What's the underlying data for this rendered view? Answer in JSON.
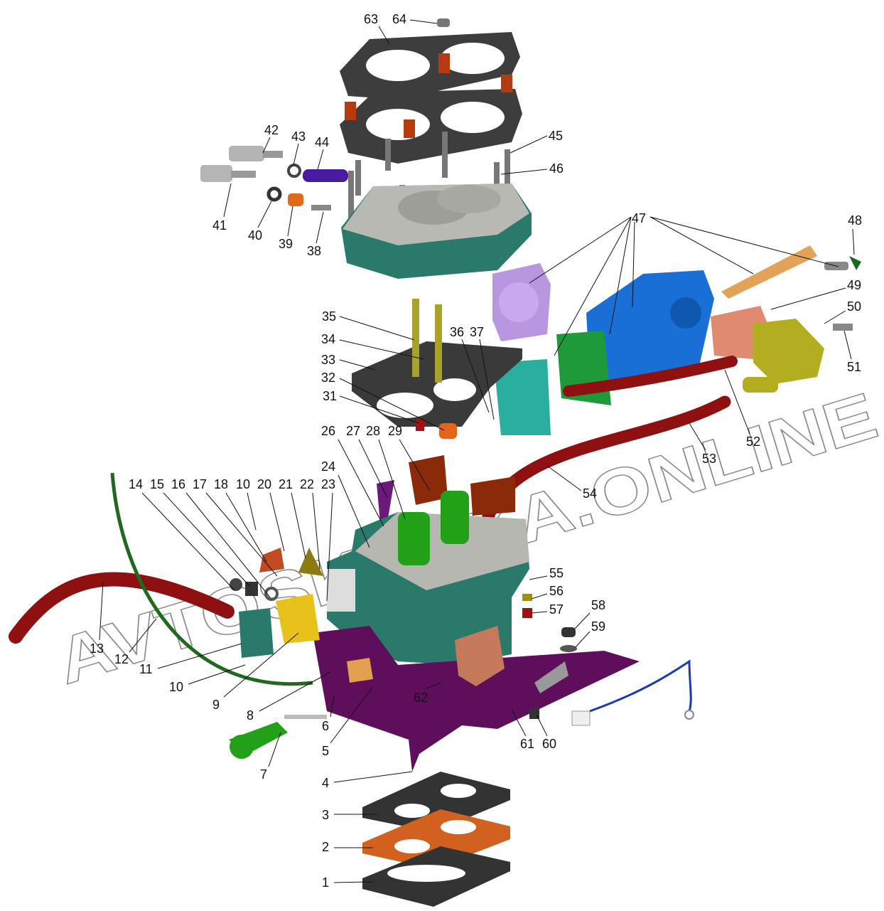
{
  "title": "Carburetor exploded parts diagram",
  "watermark": "AVTOSKAZKA.ONLINE",
  "labels": {
    "p1": "1",
    "p2": "2",
    "p3": "3",
    "p4": "4",
    "p5": "5",
    "p6": "6",
    "p7": "7",
    "p8": "8",
    "p9": "9",
    "p10a": "10",
    "p10b": "10",
    "p11": "11",
    "p12": "12",
    "p13": "13",
    "p14": "14",
    "p15": "15",
    "p16": "16",
    "p17": "17",
    "p18": "18",
    "p20": "20",
    "p21": "21",
    "p22": "22",
    "p23": "23",
    "p24": "24",
    "p26": "26",
    "p27": "27",
    "p28": "28",
    "p29": "29",
    "p31": "31",
    "p32": "32",
    "p33": "33",
    "p34": "34",
    "p35": "35",
    "p36": "36",
    "p37": "37",
    "p38": "38",
    "p39": "39",
    "p40": "40",
    "p41": "41",
    "p42": "42",
    "p43": "43",
    "p44": "44",
    "p45": "45",
    "p46": "46",
    "p47": "47",
    "p48": "48",
    "p49": "49",
    "p50": "50",
    "p51": "51",
    "p52": "52",
    "p53": "53",
    "p54": "54",
    "p55": "55",
    "p56": "56",
    "p57": "57",
    "p58": "58",
    "p59": "59",
    "p60": "60",
    "p61": "61",
    "p62": "62",
    "p63": "63",
    "p64": "64"
  },
  "colors": {
    "body_teal": "#2a7a6c",
    "gasket_black": "#3a3a3a",
    "hose_red": "#8e1010",
    "plate_purple": "#5e0e5a",
    "accessory_blue": "#1a6fd6",
    "gasket_orange": "#d2601e",
    "tube_green": "#1f6a1f"
  }
}
